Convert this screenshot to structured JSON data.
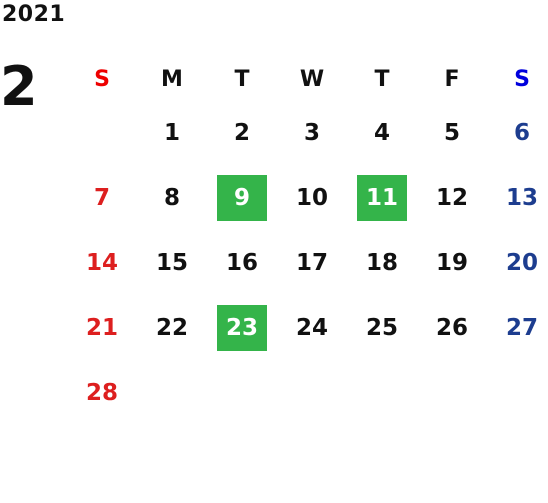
{
  "year": "2021",
  "month": "2",
  "weekdays": [
    "S",
    "M",
    "T",
    "W",
    "T",
    "F",
    "S"
  ],
  "weeks": [
    [
      "",
      "1",
      "2",
      "3",
      "4",
      "5",
      "6"
    ],
    [
      "7",
      "8",
      "9",
      "10",
      "11",
      "12",
      "13"
    ],
    [
      "14",
      "15",
      "16",
      "17",
      "18",
      "19",
      "20"
    ],
    [
      "21",
      "22",
      "23",
      "24",
      "25",
      "26",
      "27"
    ],
    [
      "28",
      "",
      "",
      "",
      "",
      "",
      ""
    ]
  ],
  "highlighted_days": [
    "9",
    "11",
    "23"
  ],
  "colors": {
    "sunday": "#dd1f1f",
    "saturday": "#1d3d8f",
    "header_sunday": "#ee0000",
    "header_saturday": "#0000dd",
    "highlight": "#34b44a"
  }
}
